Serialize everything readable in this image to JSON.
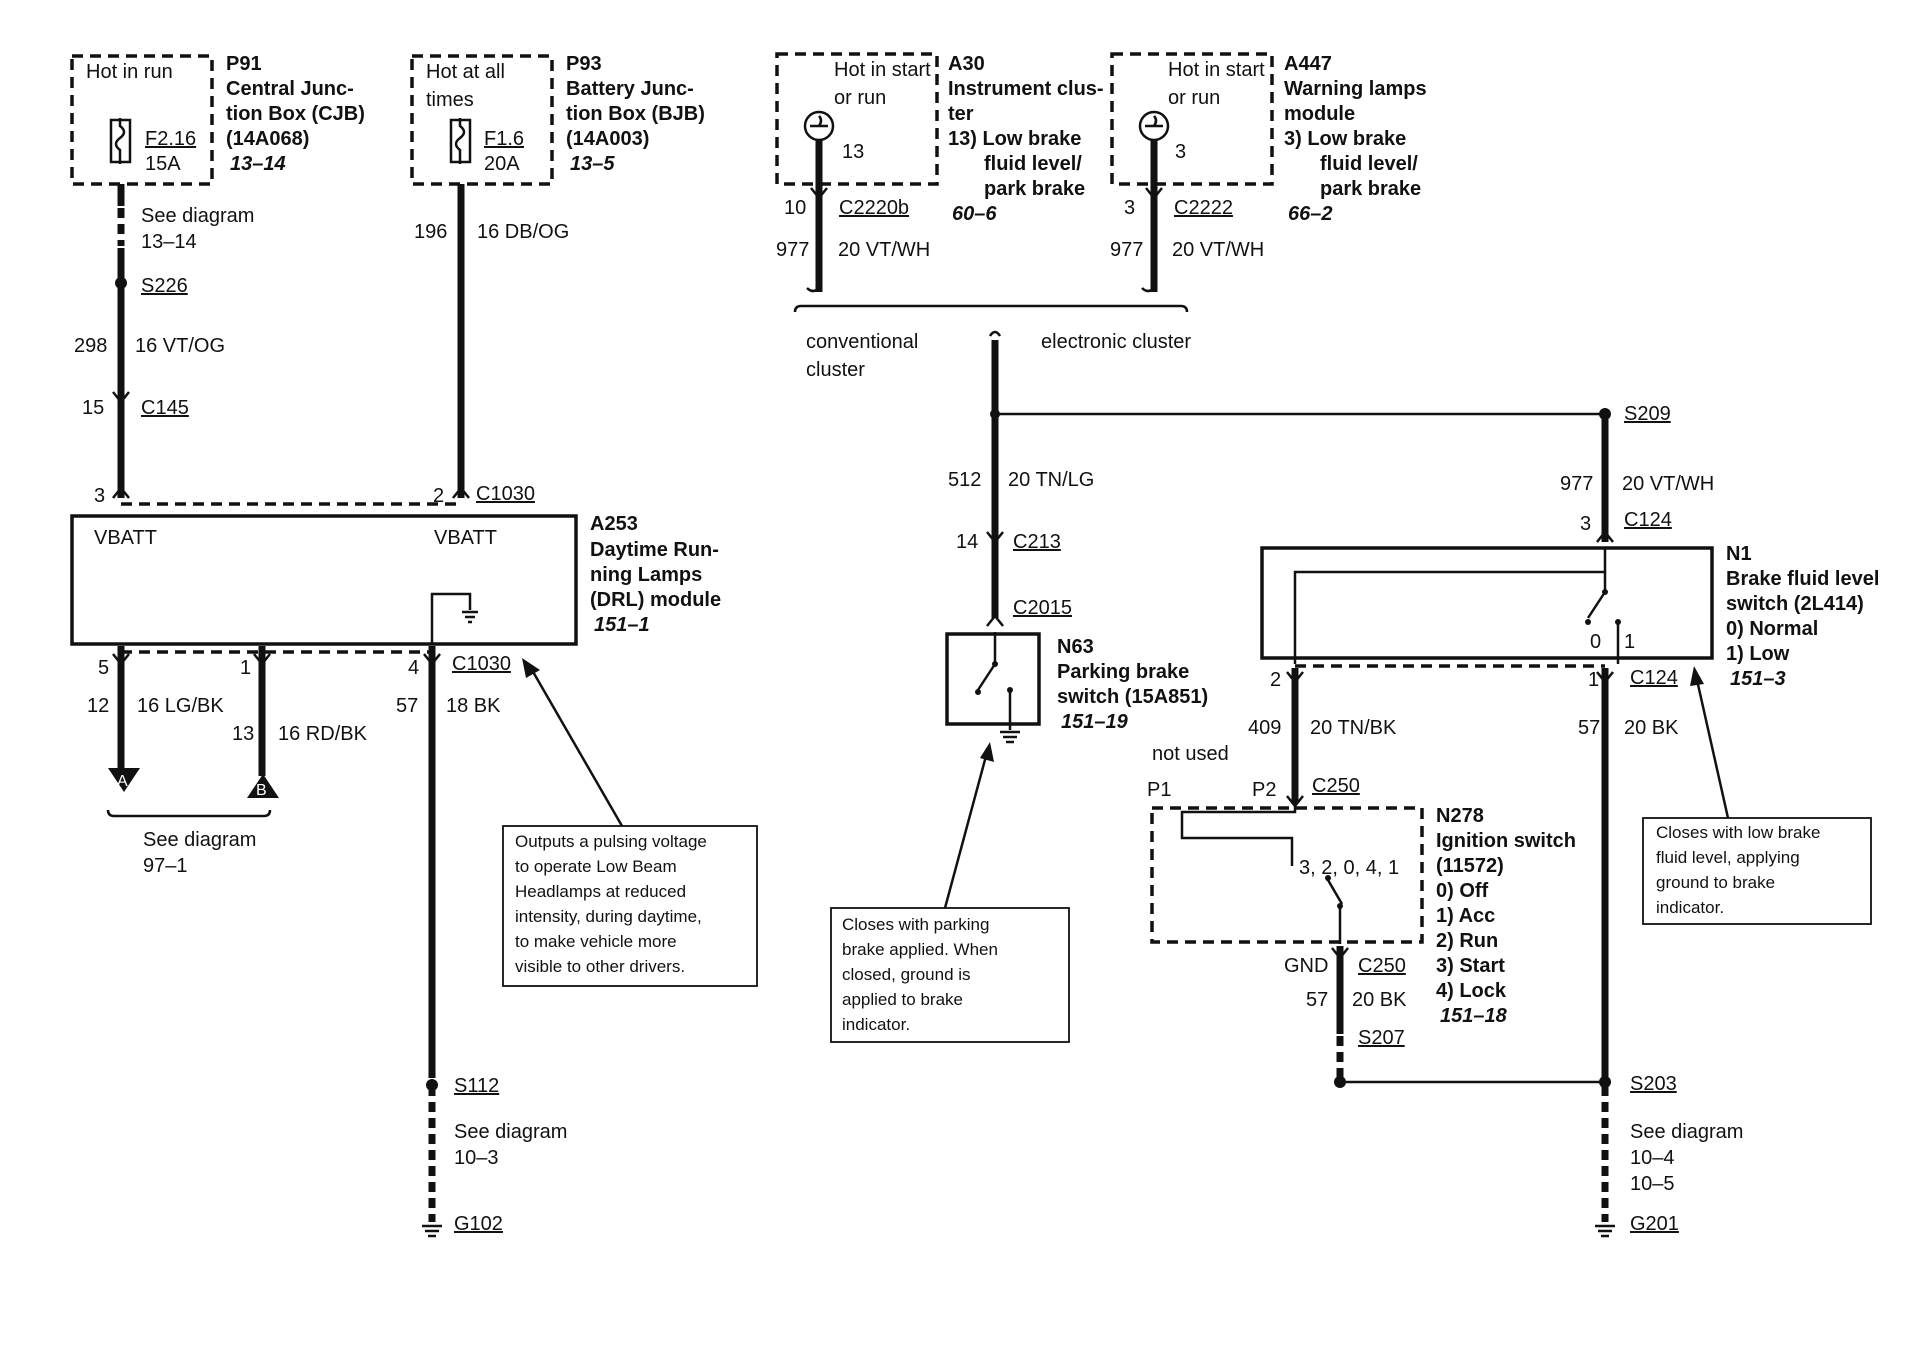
{
  "p91": {
    "id": "P91",
    "name": [
      "Central Junc-",
      "tion Box (CJB)",
      "(14A068)"
    ],
    "ref": "13–14",
    "hot": "Hot in run",
    "fuse": "F2.16",
    "amps": "15A"
  },
  "p93": {
    "id": "P93",
    "name": [
      "Battery Junc-",
      "tion Box (BJB)",
      "(14A003)"
    ],
    "ref": "13–5",
    "hot": [
      "Hot at all",
      "times"
    ],
    "fuse": "F1.6",
    "amps": "20A"
  },
  "a30": {
    "id": "A30",
    "name": [
      "Instrument clus-",
      "ter",
      "13) Low brake",
      "fluid level/",
      "park brake"
    ],
    "ref": "60–6",
    "hot": [
      "Hot in start",
      "or run"
    ],
    "pin": "13",
    "connector_pin": "10",
    "connector": "C2220b",
    "circuit": "977",
    "wire": "20 VT/WH"
  },
  "a447": {
    "id": "A447",
    "name": [
      "Warning lamps",
      "module",
      "3)  Low brake",
      "fluid level/",
      "park brake"
    ],
    "ref": "66–2",
    "hot": [
      "Hot in start",
      "or run"
    ],
    "pin": "3",
    "connector_pin": "3",
    "connector": "C2222",
    "circuit": "977",
    "wire": "20 VT/WH"
  },
  "cluster": {
    "left": [
      "conventional",
      "cluster"
    ],
    "right": "electronic cluster"
  },
  "left_branch": {
    "see": [
      "See diagram",
      "13–14"
    ],
    "splice": "S226",
    "circuit": "298",
    "wire": "16 VT/OG",
    "conn_pin": "15",
    "conn": "C145",
    "pin": "3"
  },
  "mid_branch": {
    "circuit": "196",
    "wire": "16 DB/OG",
    "pin": "2",
    "conn": "C1030"
  },
  "a253": {
    "id": "A253",
    "name": [
      "Daytime Run-",
      "ning Lamps",
      "(DRL) module"
    ],
    "ref": "151–1",
    "vbatt1": "VBATT",
    "vbatt2": "VBATT",
    "bottom_conn": "C1030",
    "pins": [
      {
        "pin": "5",
        "circuit": "12",
        "wire": "16 LG/BK",
        "arrow": "A"
      },
      {
        "pin": "1",
        "circuit": "13",
        "wire": "16 RD/BK",
        "arrow": "B"
      },
      {
        "pin": "4",
        "circuit": "57",
        "wire": "18 BK"
      }
    ],
    "see": [
      "See diagram",
      "97–1"
    ]
  },
  "drl_note": [
    "Outputs a pulsing voltage",
    "to operate Low Beam",
    "Headlamps at reduced",
    "intensity, during daytime,",
    "to make vehicle more",
    "visible to other drivers."
  ],
  "ground_left": {
    "splice": "S112",
    "see": [
      "See diagram",
      "10–3"
    ],
    "ground": "G102"
  },
  "brake": {
    "circuit": "512",
    "wire": "20 TN/LG",
    "conn_pin": "14",
    "conn": "C213",
    "conn2": "C2015"
  },
  "n63": {
    "id": "N63",
    "name": [
      "Parking brake",
      "switch (15A851)"
    ],
    "ref": "151–19"
  },
  "n63_note": [
    "Closes with parking",
    "brake applied. When",
    "closed, ground is",
    "applied to brake",
    "indicator."
  ],
  "right_feed": {
    "splice": "S209",
    "circuit": "977",
    "wire": "20 VT/WH",
    "pin": "3",
    "conn": "C124"
  },
  "n1": {
    "id": "N1",
    "name": [
      "Brake fluid level",
      "switch (2L414)"
    ],
    "states": [
      "0)   Normal",
      "1)   Low"
    ],
    "ref": "151–3",
    "pos0": "0",
    "pos1": "1",
    "pin_left": "2",
    "pin_right": "1",
    "conn": "C124"
  },
  "n1_note": [
    "Closes with low brake",
    "fluid level, applying",
    "ground to brake",
    "indicator."
  ],
  "n278_feed": {
    "circuit": "409",
    "wire": "20 TN/BK",
    "not_used": "not used",
    "p1": "P1",
    "p2": "P2",
    "conn": "C250"
  },
  "n278": {
    "id": "N278",
    "name": [
      "Ignition switch",
      "(11572)"
    ],
    "states": [
      "0)   Off",
      "1)   Acc",
      "2)   Run",
      "3)   Start",
      "4)   Lock"
    ],
    "ref": "151–18",
    "contacts": "3, 2, 0, 4, 1",
    "gnd": "GND",
    "conn": "C250",
    "circuit": "57",
    "wire": "20 BK",
    "splice": "S207"
  },
  "right_ground": {
    "circuit": "57",
    "wire": "20 BK",
    "splice": "S203",
    "see": [
      "See diagram",
      "10–4",
      "10–5"
    ],
    "ground": "G201"
  }
}
